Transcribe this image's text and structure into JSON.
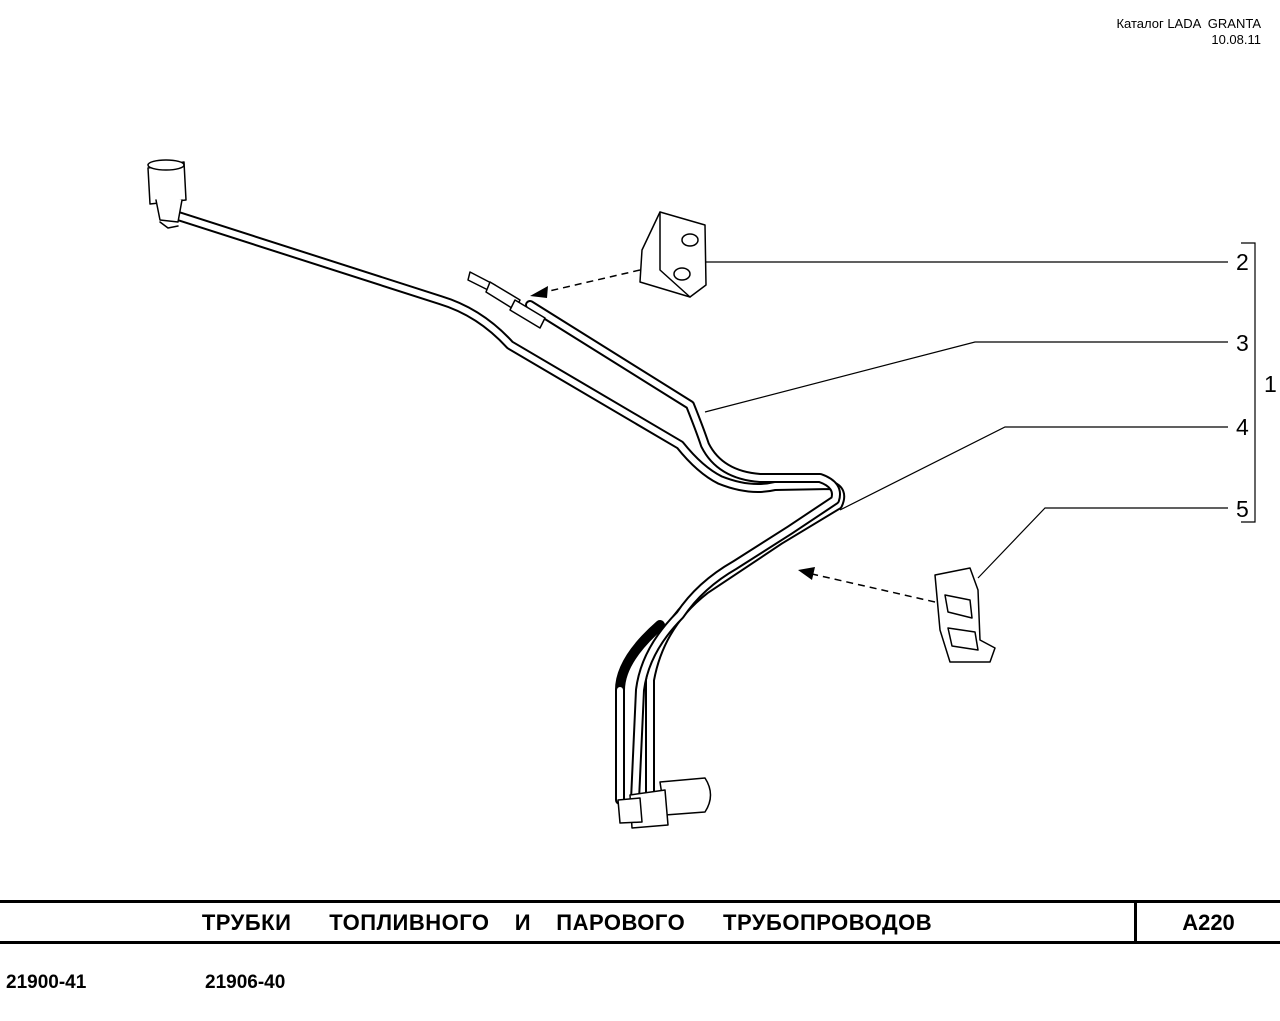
{
  "header": {
    "catalog": "Каталог LADA  GRANTA",
    "date": "10.08.11"
  },
  "diagram": {
    "callouts": [
      "2",
      "3",
      "4",
      "5"
    ],
    "group_label": "1"
  },
  "title_bar": {
    "title": "ТРУБКИ   ТОПЛИВНОГО  И  ПАРОВОГО   ТРУБОПРОВОДОВ",
    "page_code": "А220"
  },
  "footer": {
    "models": [
      "21900-41",
      "21906-40"
    ]
  }
}
